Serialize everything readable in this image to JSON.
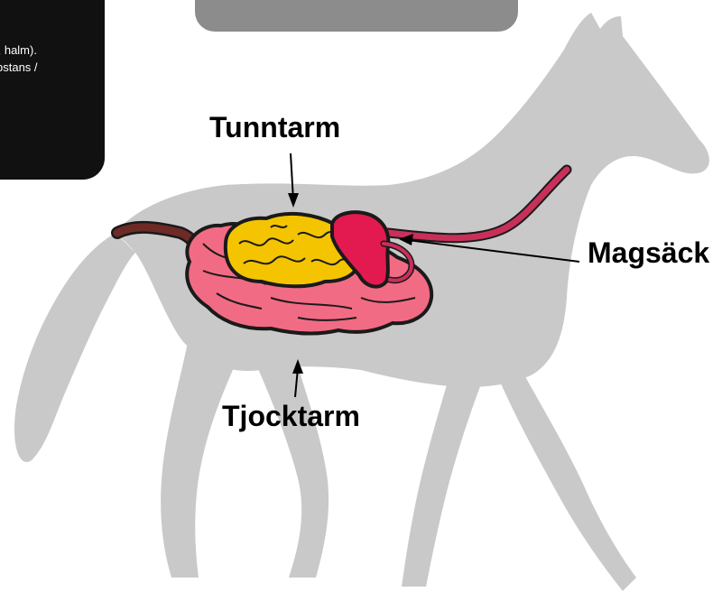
{
  "info_box": {
    "lines": [
      "t, halm).",
      "bstans /"
    ]
  },
  "labels": {
    "small_intestine": "Tunntarm",
    "stomach": "Magsäck",
    "large_intestine": "Tjocktarm"
  },
  "colors": {
    "horse_silhouette": "#c9c9c9",
    "small_intestine": "#f4c400",
    "large_intestine": "#f26b84",
    "stomach": "#e31a4f",
    "esophagus": "#c8305a",
    "rectum": "#6e2a26",
    "outline": "#1a1a1a",
    "info_box": "#111111",
    "top_tab": "#8c8c8c"
  }
}
